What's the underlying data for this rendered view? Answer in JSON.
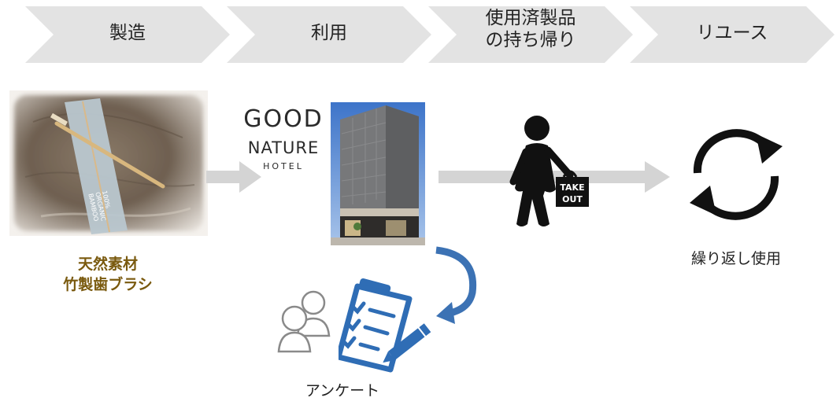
{
  "process_steps": [
    {
      "label": "製造"
    },
    {
      "label": "利用"
    },
    {
      "label": "使用済製品\nの持ち帰り"
    },
    {
      "label": "リユース"
    }
  ],
  "product": {
    "caption": "天然素材\n竹製歯ブラシ",
    "package_text": "100%\nORGANIC\nBAMBOO",
    "caption_color": "#7a5a0f"
  },
  "hotel": {
    "logo_line1": "GOOD",
    "logo_line2": "NATURE",
    "logo_line3": "HOTEL"
  },
  "takeout": {
    "bag_line1": "TAKE",
    "bag_line2": "OUT"
  },
  "reuse": {
    "caption": "繰り返し使用"
  },
  "survey": {
    "caption": "アンケート"
  },
  "colors": {
    "chevron_fill": "#e3e3e3",
    "arrow_gray": "#d4d4d4",
    "survey_blue": "#2f6db5",
    "curve_arrow_blue": "#3c72b4",
    "icon_black": "#111111"
  }
}
